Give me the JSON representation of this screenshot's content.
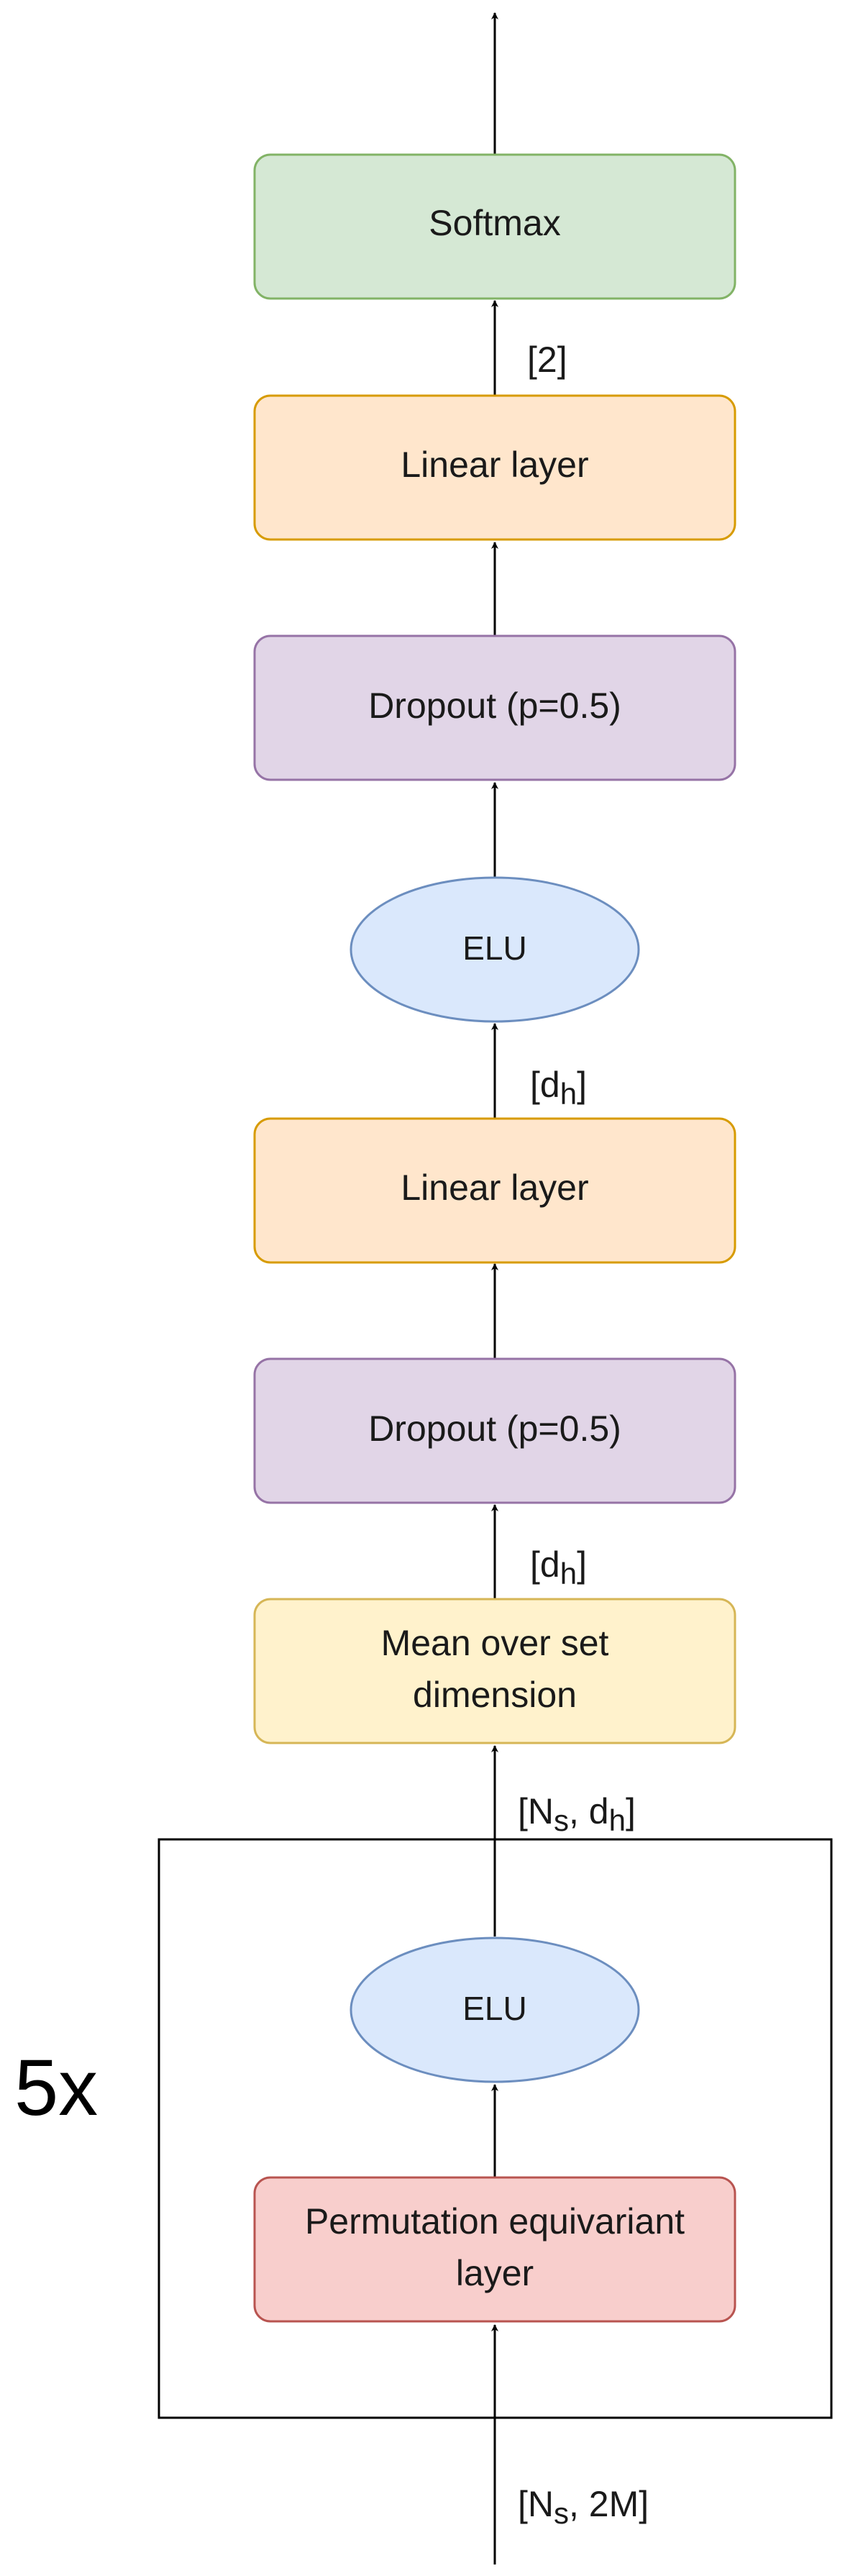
{
  "diagram": {
    "repeat_label": "5x",
    "colors": {
      "green_fill": "#d5e8d4",
      "green_stroke": "#82b366",
      "orange_fill": "#ffe6cc",
      "orange_stroke": "#d79b00",
      "purple_fill": "#e1d5e7",
      "purple_stroke": "#9673a6",
      "blue_fill": "#dae8fc",
      "blue_stroke": "#6c8ebf",
      "yellow_fill": "#fff2cc",
      "yellow_stroke": "#d6b656",
      "red_fill": "#f8cecc",
      "red_stroke": "#b85450",
      "line": "#000000"
    },
    "nodes": {
      "softmax": "Softmax",
      "linear_top": "Linear layer",
      "dropout_top": "Dropout (p=0.5)",
      "elu_top": "ELU",
      "linear_mid": "Linear layer",
      "dropout_mid": "Dropout (p=0.5)",
      "mean_line1": "Mean over set",
      "mean_line2": "dimension",
      "elu_bottom": "ELU",
      "perm_line1": "Permutation equivariant",
      "perm_line2": "layer"
    },
    "dims": {
      "out": "[2]",
      "hidden_top": {
        "main": "[d",
        "sub": "h",
        "close": "]"
      },
      "hidden_mid": {
        "main": "[d",
        "sub": "h",
        "close": "]"
      },
      "set_hidden": {
        "open": "[N",
        "sub1": "s",
        "mid": ", d",
        "sub2": "h",
        "close": "]"
      },
      "input": {
        "open": "[N",
        "sub1": "s",
        "rest": ", 2M]"
      }
    }
  }
}
